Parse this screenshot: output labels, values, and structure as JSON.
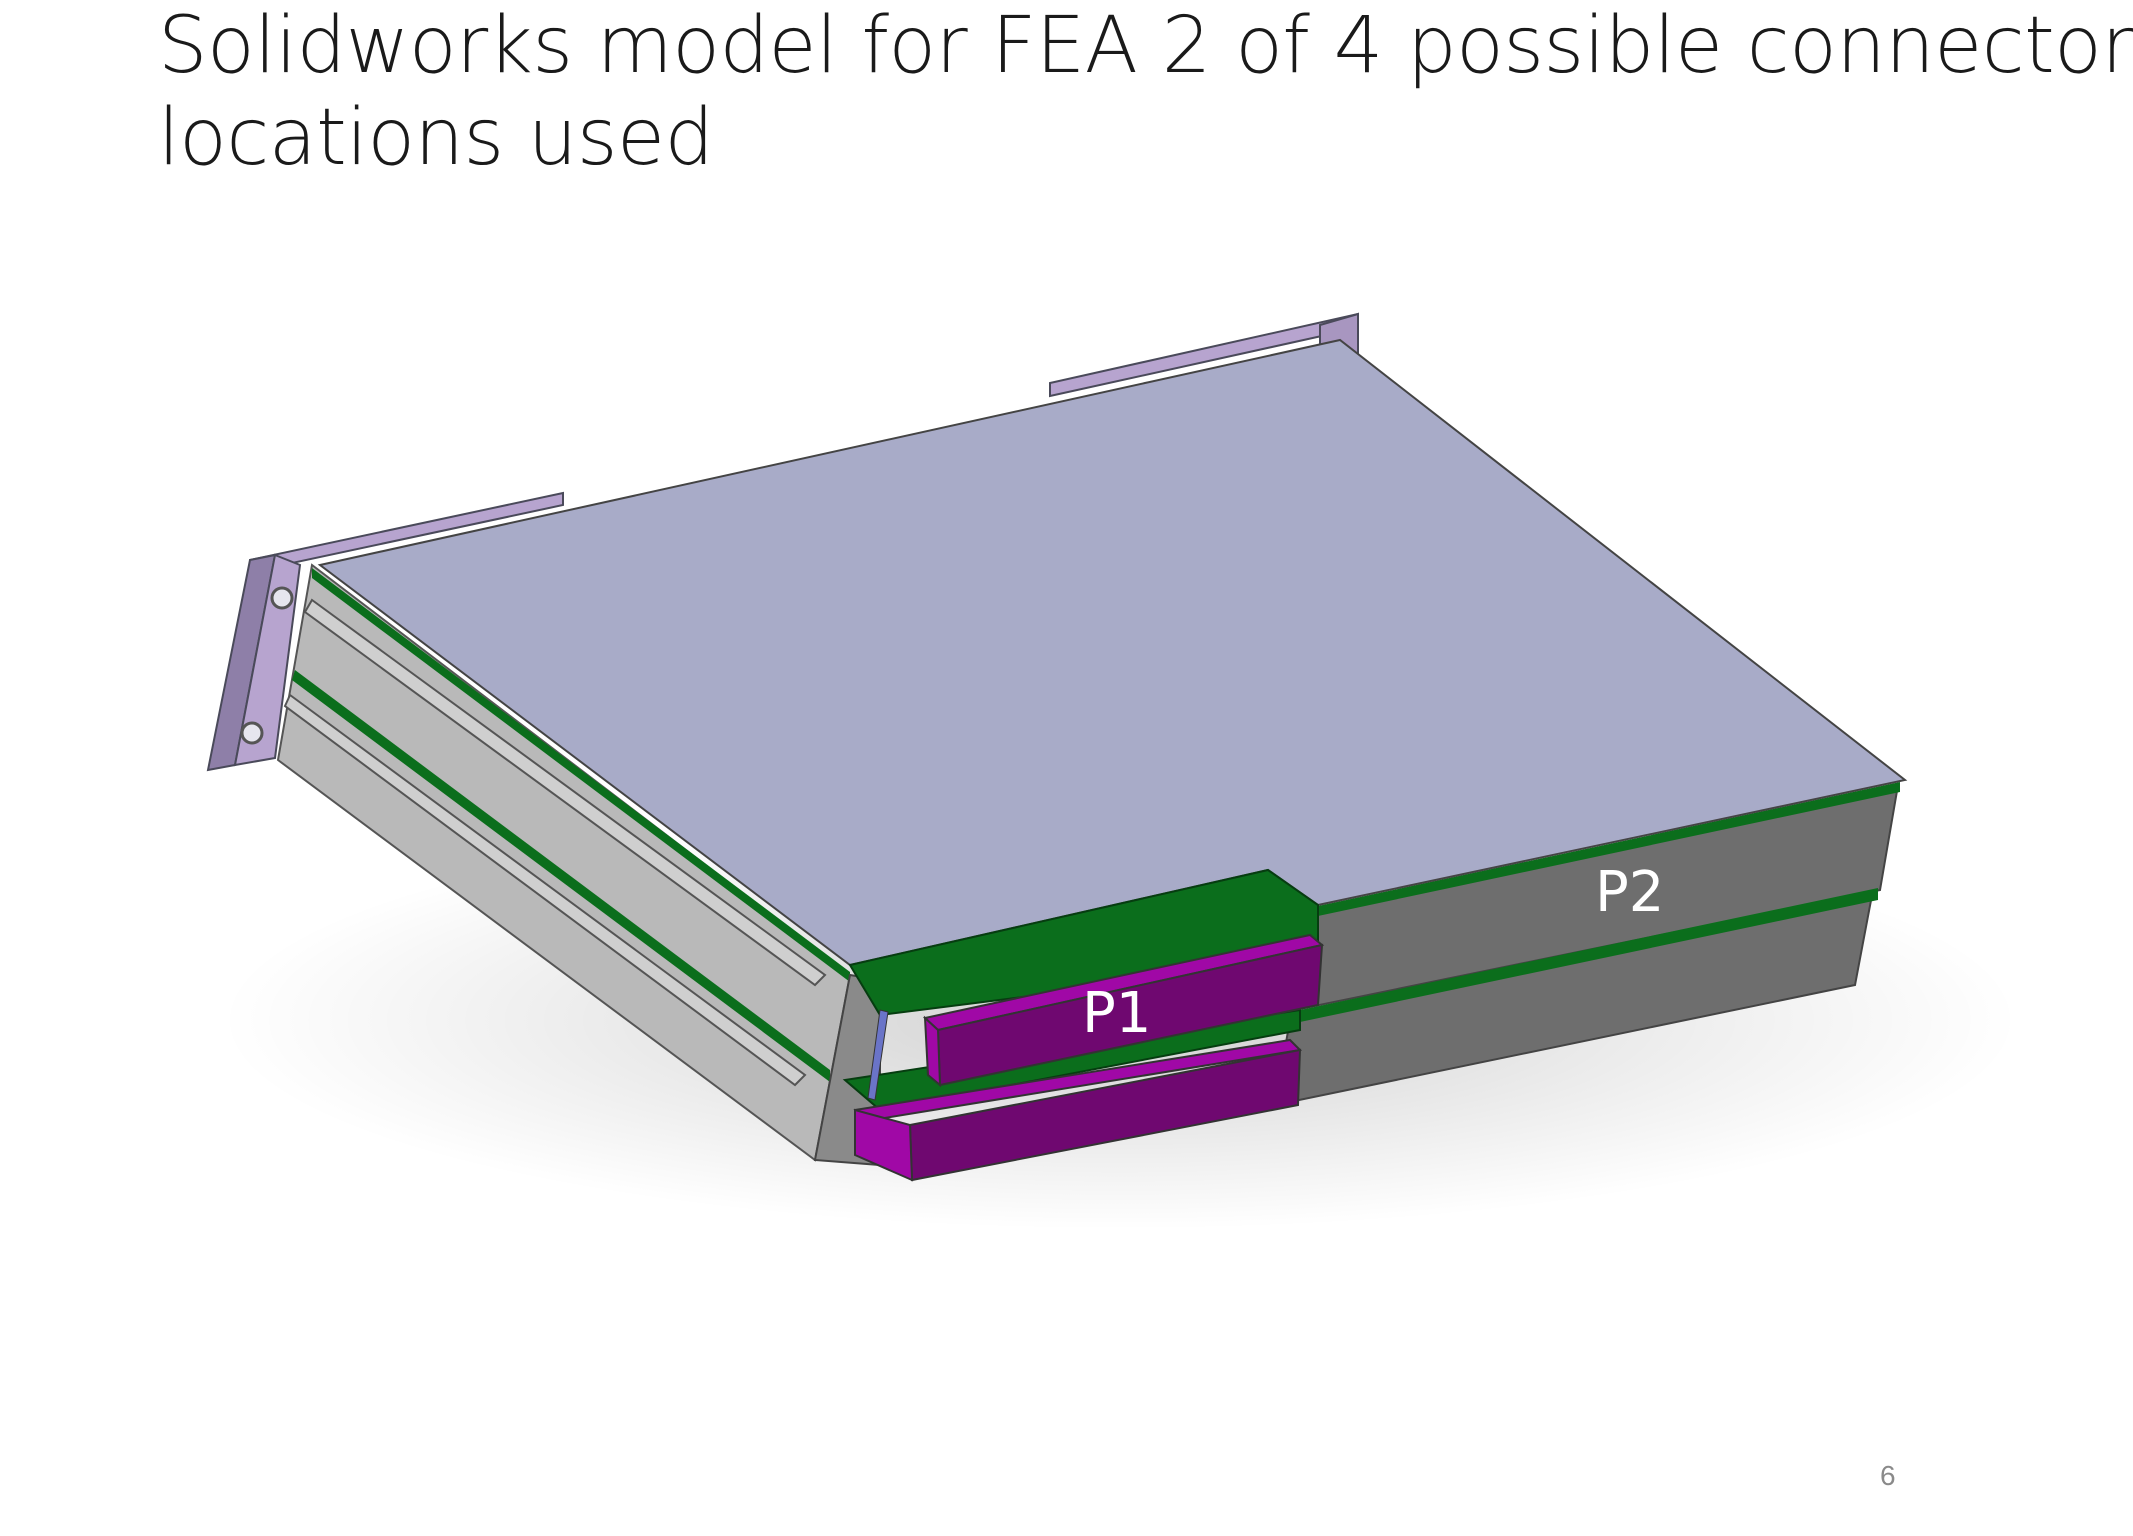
{
  "slide": {
    "title_line1": "Solidworks model for FEA 2 of 4 possible connector",
    "title_line2": "locations used",
    "label_p1": "P1",
    "label_p2": "P2",
    "page_number": "6"
  },
  "colors": {
    "top_panel": "#a8abc8",
    "pcb_green": "#0b6e1c",
    "chassis_light": "#b7b7b7",
    "chassis_dark": "#6e6e6e",
    "flange": "#b7a4cf",
    "connector_magenta": "#a008a6",
    "connector_dark": "#6f0870"
  }
}
